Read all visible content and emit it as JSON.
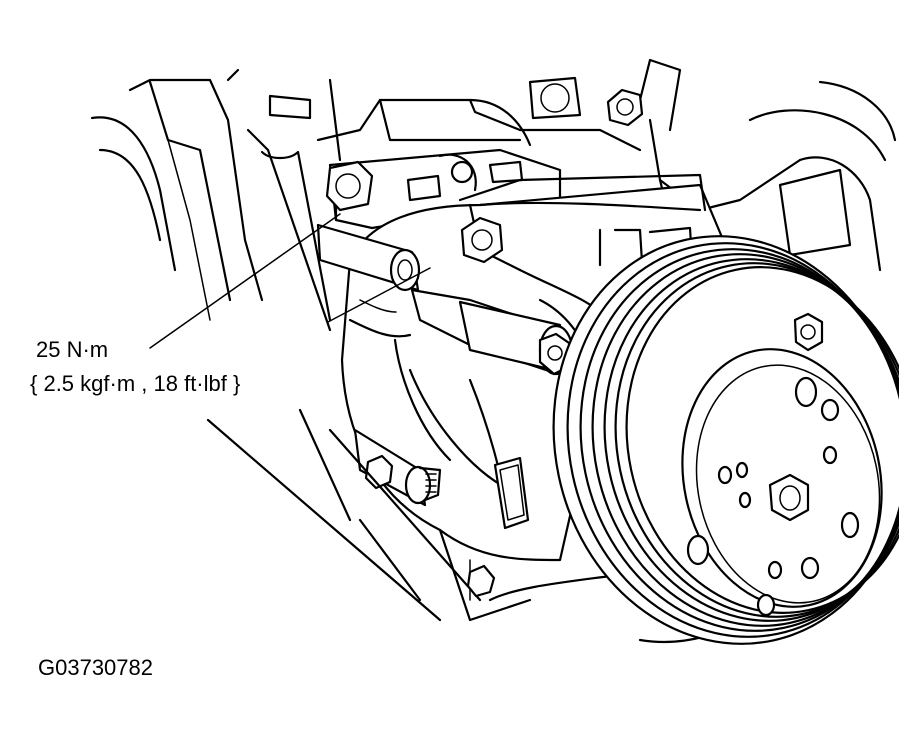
{
  "callout": {
    "torque_value": "25 N·m",
    "torque_alt": "{ 2.5 kgf·m , 18 ft·lbf }"
  },
  "figure_id": "G03730782"
}
